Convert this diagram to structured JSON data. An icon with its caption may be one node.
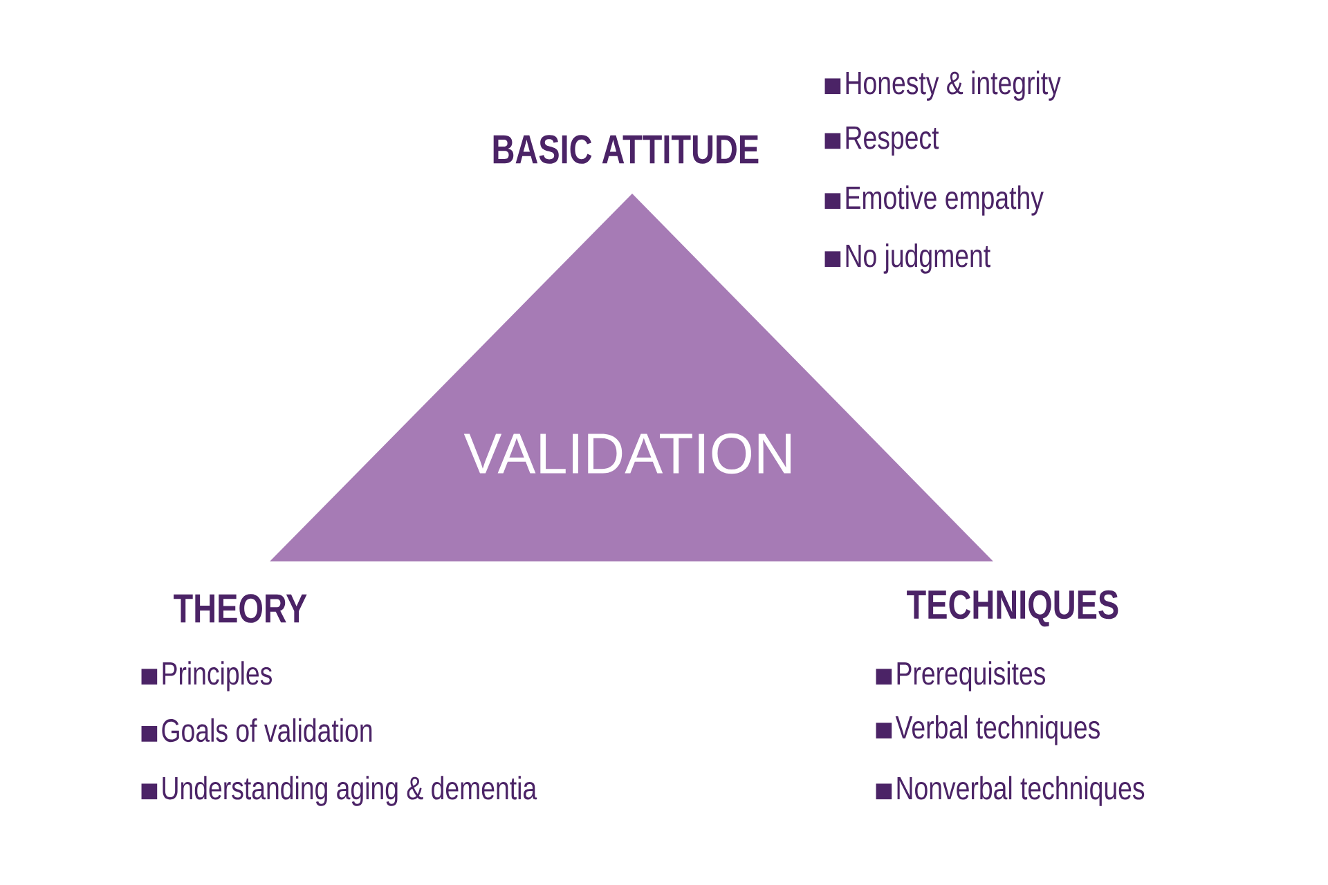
{
  "diagram": {
    "nodes": [
      {
        "text": [
          "VALIDATION"
        ]
      }
    ],
    "labels": [
      "BASIC ATTITUDE",
      "Honesty & integrity",
      "Respect",
      "Emotive empathy",
      "No judgment",
      "THEORY",
      "Principles",
      "Goals of validation",
      "Understanding aging & dementia",
      "TECHNIQUES",
      "Prerequisites",
      "Verbal techniques",
      "Nonverbal techniques"
    ]
  }
}
